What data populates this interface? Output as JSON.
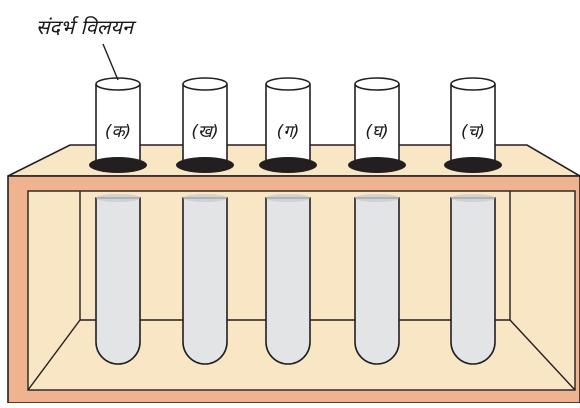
{
  "diagram": {
    "callout_label": "संदर्भ विलयन",
    "tubes": [
      {
        "label": "(क)"
      },
      {
        "label": "(ख)"
      },
      {
        "label": "(ग)"
      },
      {
        "label": "(घ)"
      },
      {
        "label": "(च)"
      }
    ],
    "colors": {
      "rack_frame": "#f0b390",
      "rack_fill": "#f8e6c4",
      "outline": "#231f20",
      "tube_glass": "#ffffff",
      "tube_liquid": "#e2e4e6"
    }
  }
}
